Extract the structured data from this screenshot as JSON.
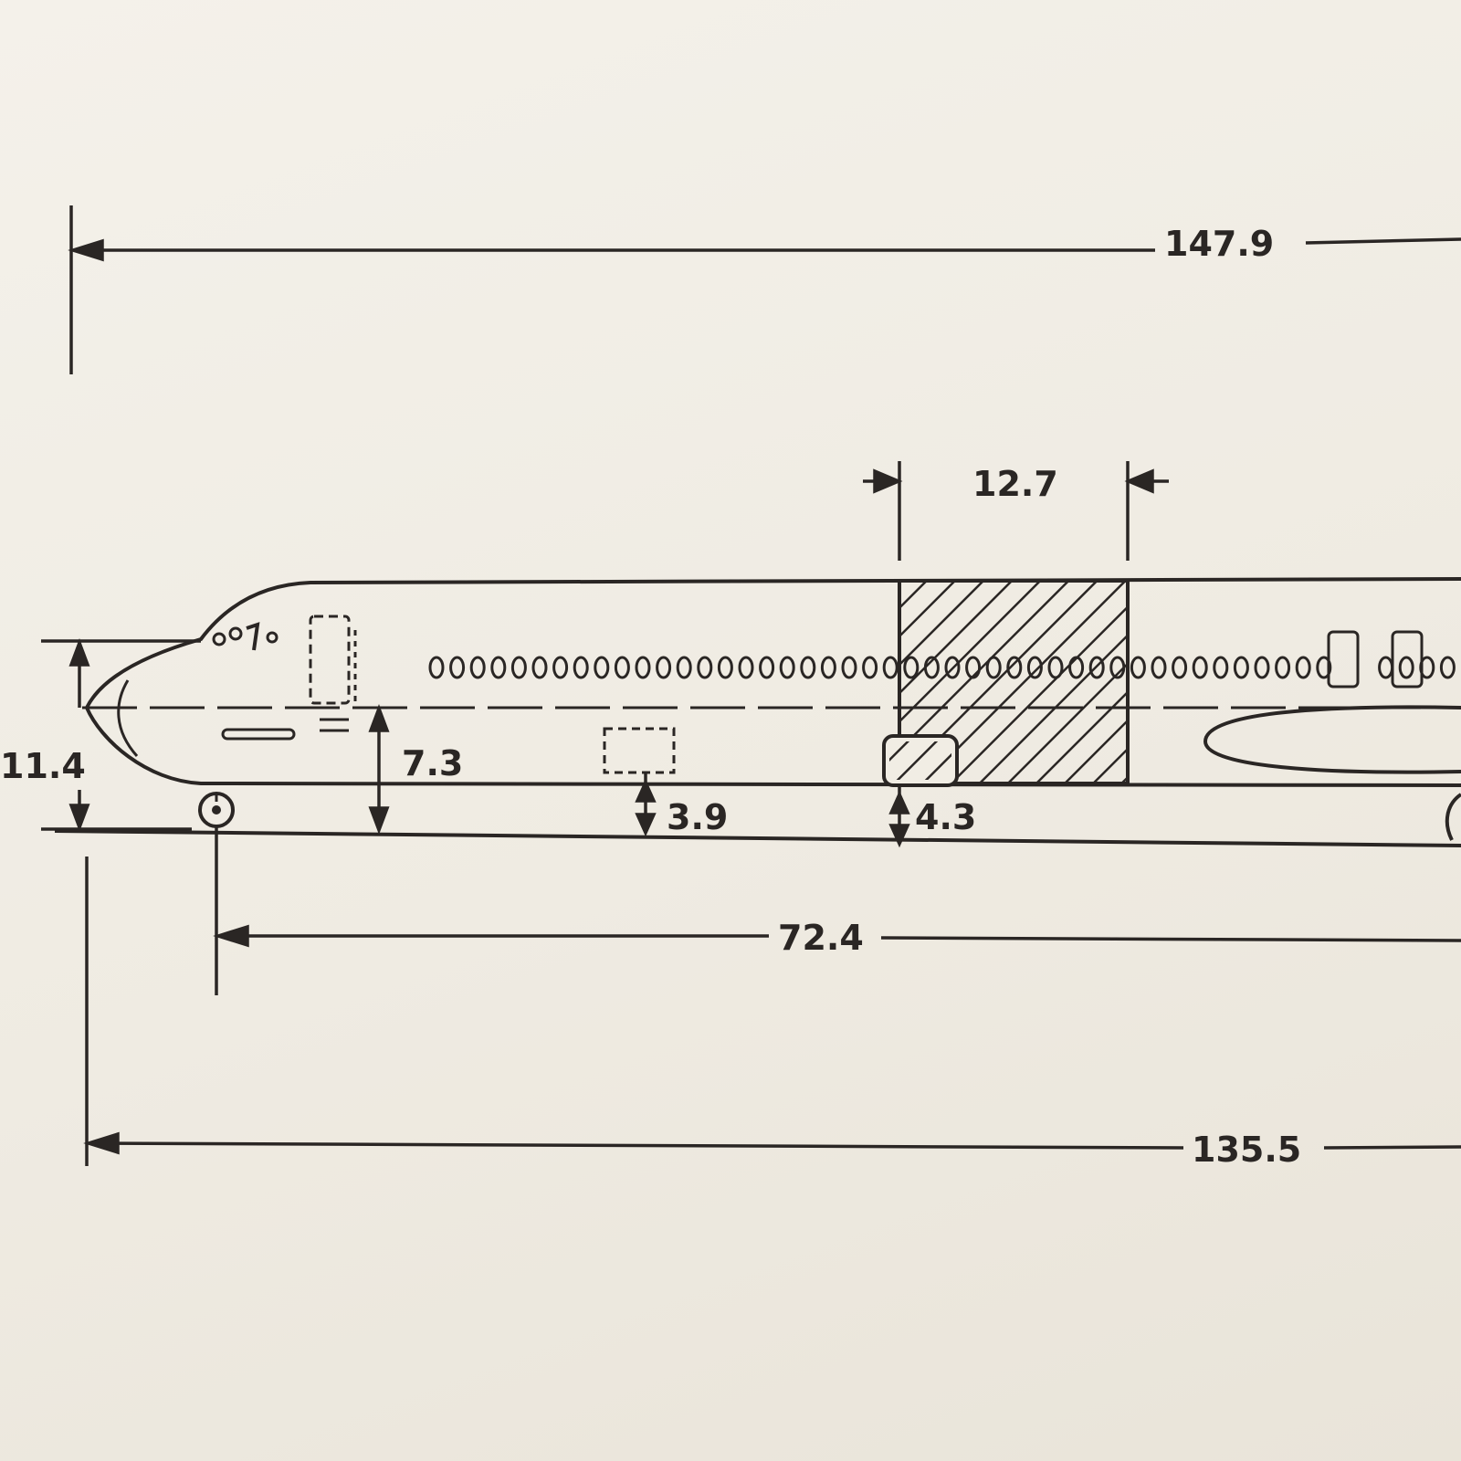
{
  "dimensions": {
    "overall_length": "147.9",
    "fuselage_length": "135.5",
    "nose_to_main_gear": "72.4",
    "door_width": "12.7",
    "nose_height": "11.4",
    "cockpit_floor_height": "7.3",
    "forward_sill_height": "3.9",
    "cargo_sill_height": "4.3"
  },
  "colors": {
    "ink": "#2a2624",
    "paper": "#f1ede4"
  }
}
